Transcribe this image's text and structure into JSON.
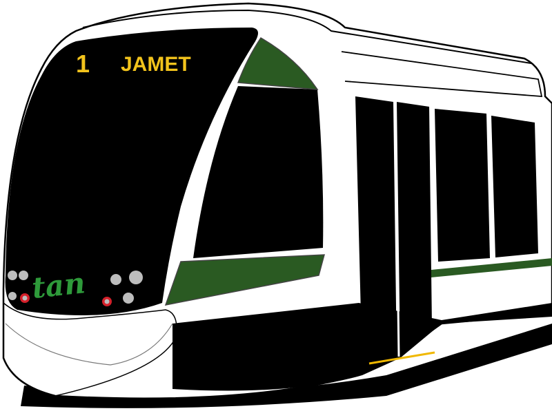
{
  "tram": {
    "line_number": "1",
    "destination": "JAMET",
    "logo": "tan"
  },
  "colors": {
    "body": "#ffffff",
    "outline": "#000000",
    "glass": "#000000",
    "accent_green": "#2a5a22",
    "display_yellow": "#f2c31c",
    "display_yellow_green": "#9bd040",
    "logo_green": "#2e9a3a",
    "lamp_gray": "#bdbdbd",
    "lamp_red": "#d4202a",
    "step_yellow": "#f0b800"
  },
  "icons": [
    "tram-icon",
    "tan-logo-icon",
    "headlight-icon"
  ]
}
